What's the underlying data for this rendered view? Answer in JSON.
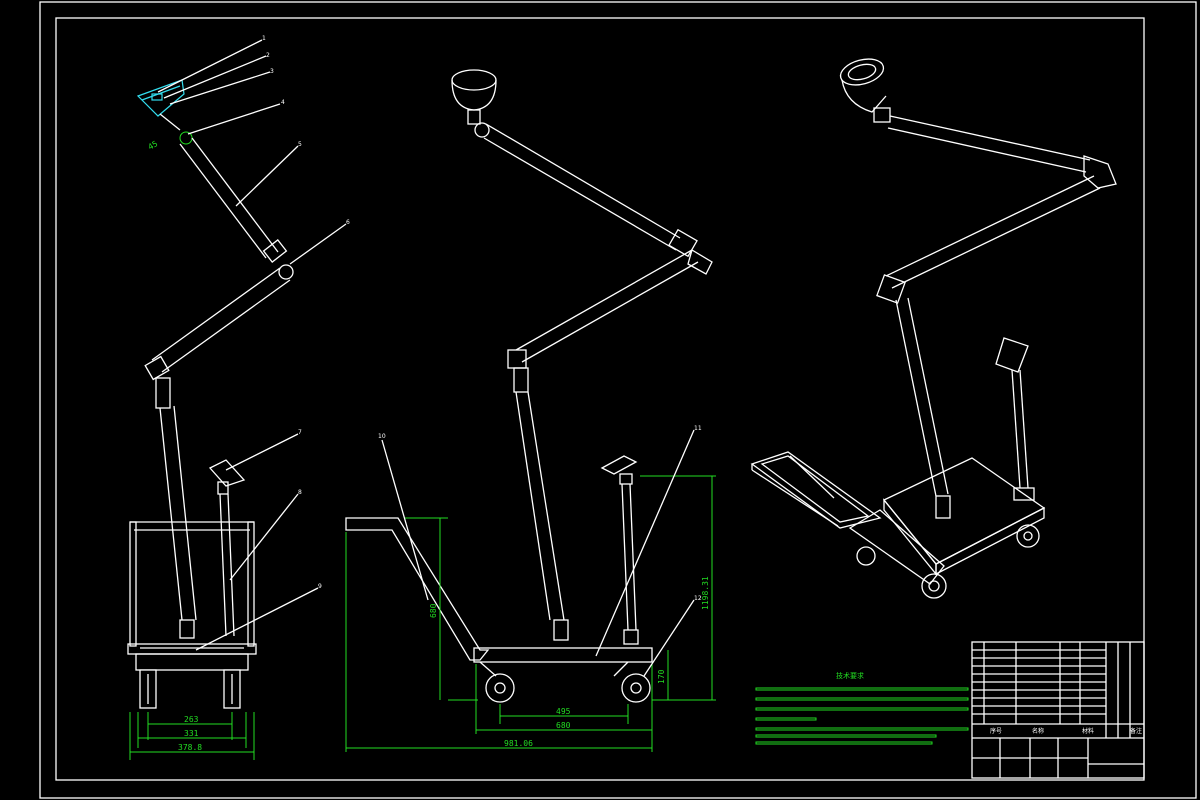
{
  "dimensions": {
    "front_inner": "263",
    "front_mid": "331",
    "front_outer": "378.8",
    "side_inner": "495",
    "side_mid": "680",
    "side_outer": "981.06",
    "side_height": "680",
    "side_wheel_height": "170",
    "side_total_height": "1198.31"
  },
  "leader_numbers": [
    "1",
    "2",
    "3",
    "4",
    "5",
    "6",
    "7",
    "8",
    "9",
    "10",
    "11",
    "12"
  ],
  "angle_label": "45",
  "notes_title": "技术要求",
  "title_block": {
    "col_labels": [
      "序号",
      "名称",
      "材料",
      "备注"
    ]
  },
  "colors": {
    "background": "#000000",
    "lines": "#ffffff",
    "dimensions": "#22dd22",
    "highlight": "#33ddee"
  }
}
